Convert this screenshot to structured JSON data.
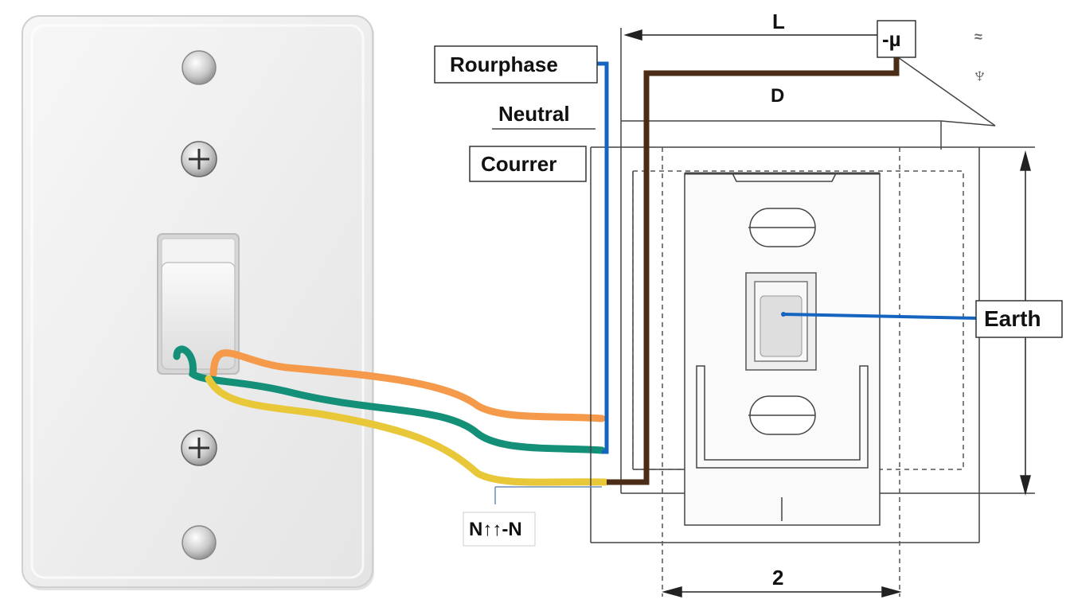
{
  "labels": {
    "phase": "Rourphase",
    "neutral": "Neutral",
    "current": "Courrer",
    "earth": "Earth",
    "bottom_wire": "N↑↑-N",
    "top_dim": "L",
    "top_box": "-µ",
    "depth": "D",
    "bottom_dim": "2",
    "corner_symbol_top": "≈",
    "corner_symbol_bottom": "♆"
  },
  "colors": {
    "plate": "#efefef",
    "plate_edge": "#d5d5d5",
    "wire_blue": "#1565c0",
    "wire_brown": "#4a2c17",
    "wire_orange": "#f59a4b",
    "wire_green": "#148f78",
    "wire_yellow": "#e8c838",
    "line": "#444444"
  }
}
